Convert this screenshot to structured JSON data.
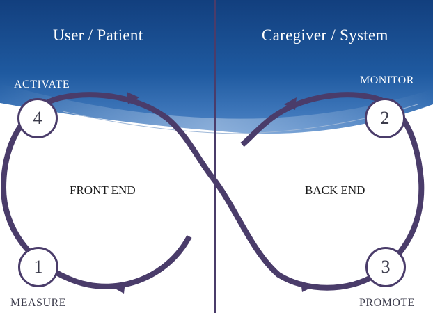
{
  "colors": {
    "header_blue": "#1f4f8f",
    "header_light": "#5b8fd0",
    "loop": "#4a3c6a",
    "divider": "#4a3c6a"
  },
  "header": {
    "left_title": "User / Patient",
    "right_title": "Caregiver / System"
  },
  "phases": {
    "front": "FRONT END",
    "back": "BACK END"
  },
  "steps": [
    {
      "number": "1",
      "label": "MEASURE"
    },
    {
      "number": "2",
      "label": "MONITOR"
    },
    {
      "number": "3",
      "label": "PROMOTE"
    },
    {
      "number": "4",
      "label": "ACTIVATE"
    }
  ]
}
